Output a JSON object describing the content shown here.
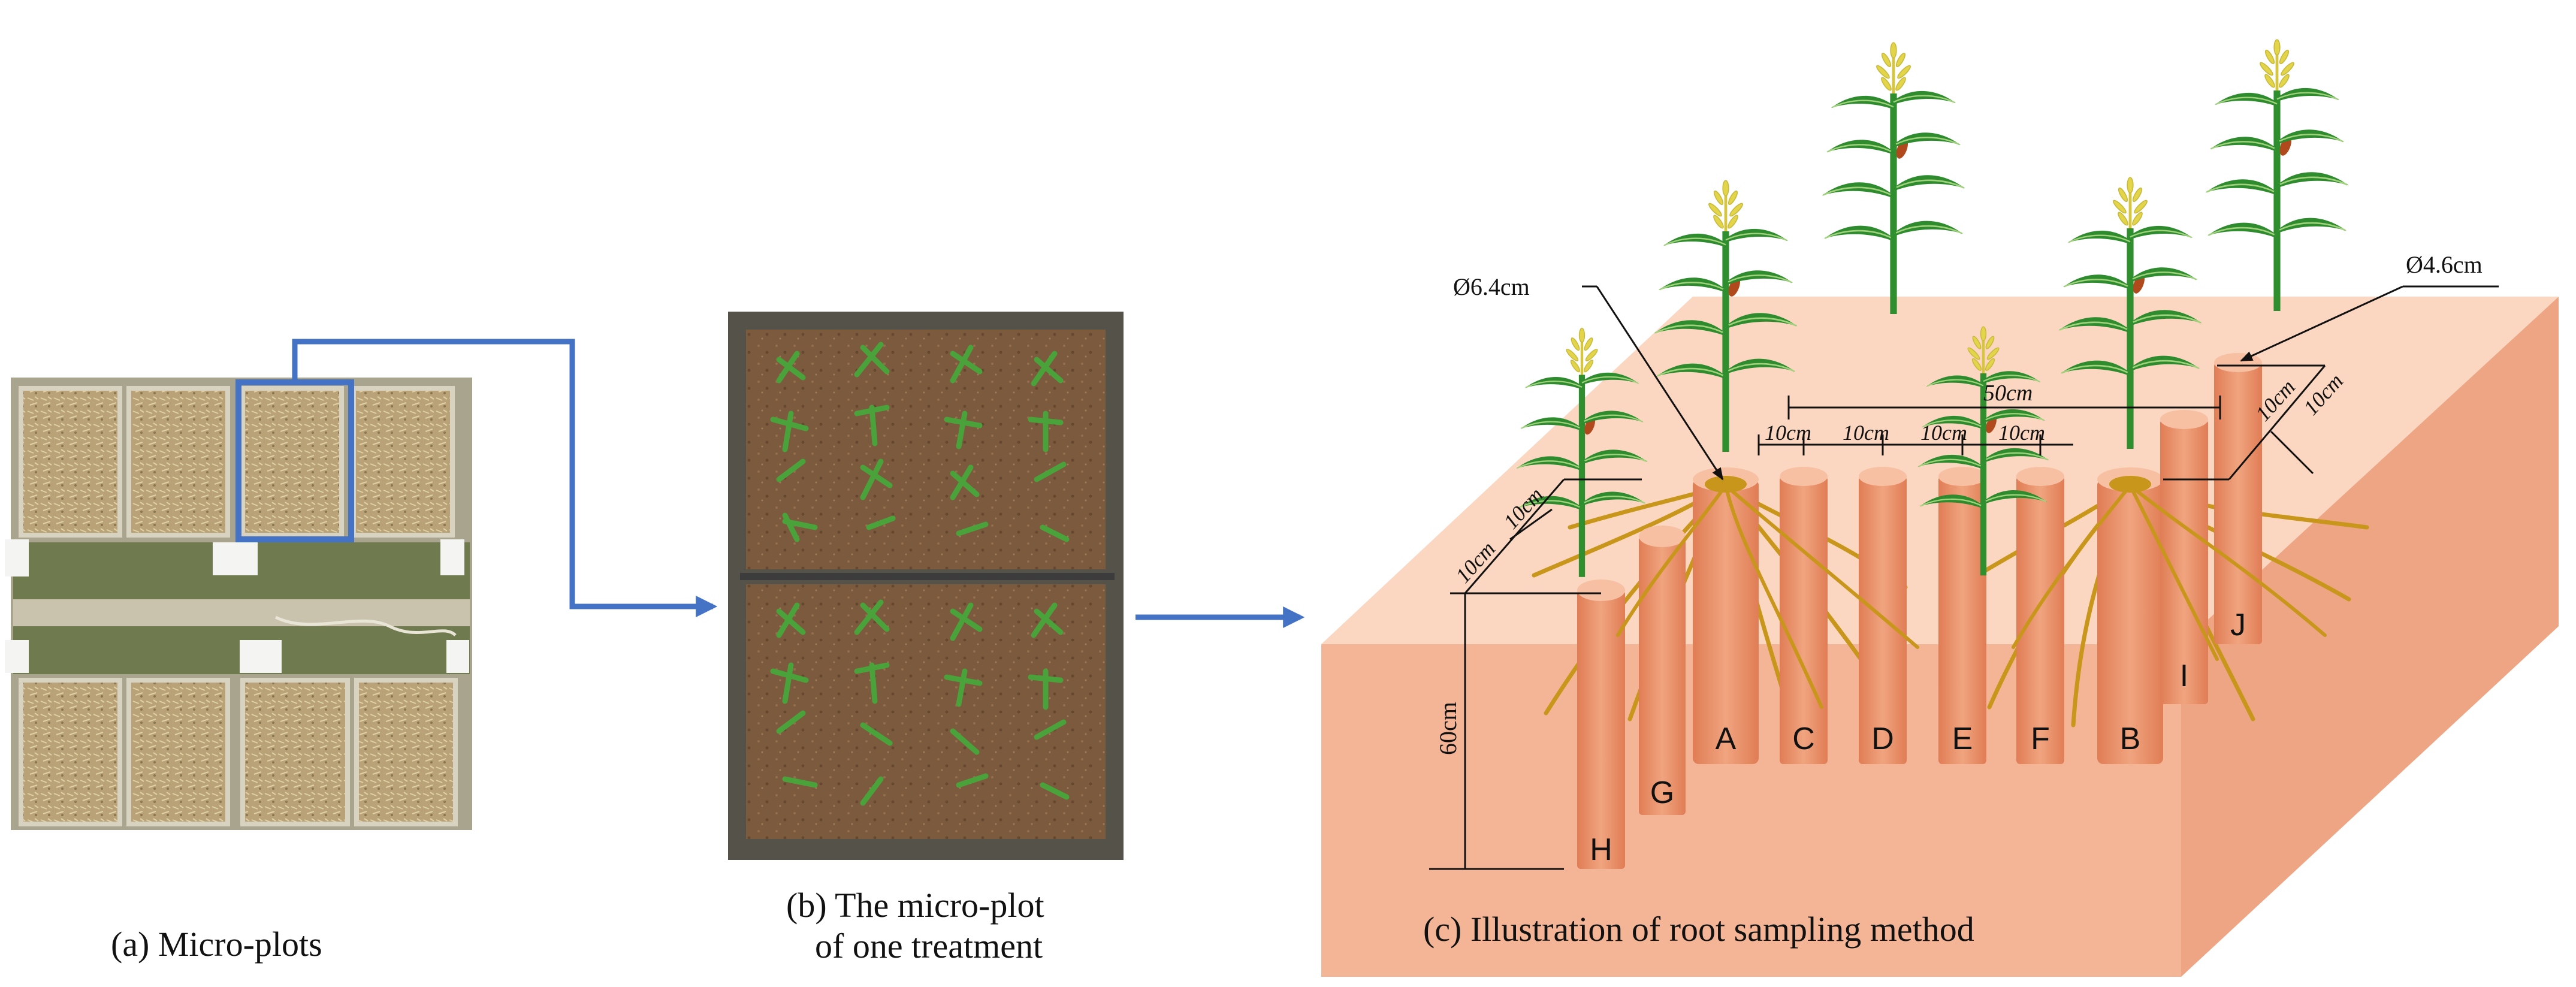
{
  "panels": {
    "a": {
      "caption": "(a) Micro-plots"
    },
    "b": {
      "caption_line1": "(b) The micro-plot",
      "caption_line2": "of one treatment"
    },
    "c": {
      "caption": "(c) Illustration of root sampling method"
    }
  },
  "cores": [
    "A",
    "C",
    "D",
    "E",
    "F",
    "B",
    "I",
    "J",
    "G",
    "H"
  ],
  "dimensions": {
    "dia_large": "Ø6.4cm",
    "dia_small": "Ø4.6cm",
    "span_50": "50cm",
    "spacing_10": "10cm",
    "depth_60": "60cm"
  },
  "colors": {
    "arrow": "#4472c4",
    "soil_light": "#fbd6c0",
    "soil_front": "#f4b597",
    "soil_side": "#eea583",
    "core": "#e8926a",
    "root": "#c8961a",
    "leaf": "#2e8b2e",
    "tassel": "#e2d54a"
  }
}
